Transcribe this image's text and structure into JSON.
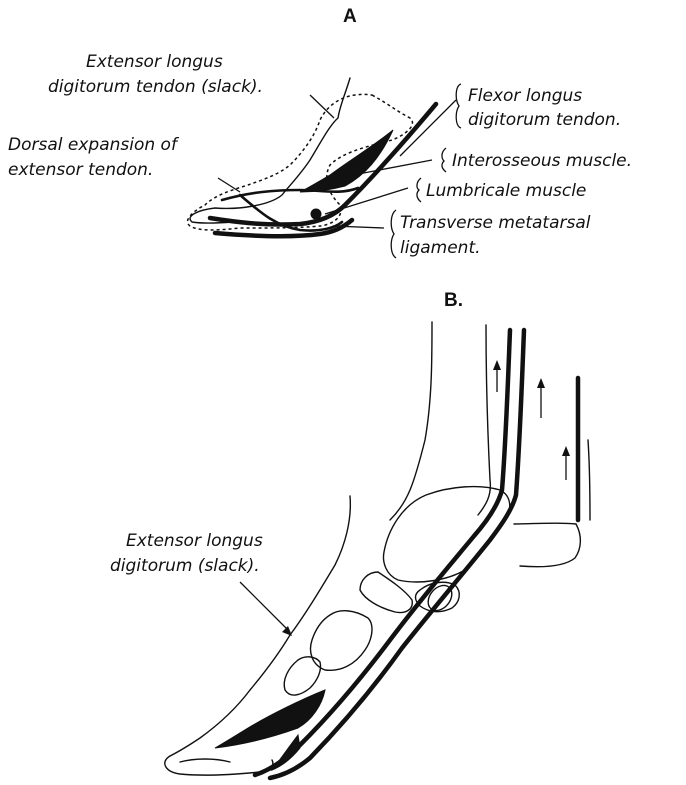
{
  "panels": {
    "a": {
      "letter": "A",
      "labels": {
        "extensor_slack_line1": "Extensor longus",
        "extensor_slack_line2": "digitorum tendon (slack).",
        "dorsal_line1": "Dorsal expansion of",
        "dorsal_line2": "extensor tendon.",
        "flexor_line1": "Flexor longus",
        "flexor_line2": "digitorum tendon.",
        "interosseous": "Interosseous muscle.",
        "lumbricale": "Lumbricale muscle",
        "transverse_line1": "Transverse metatarsal",
        "transverse_line2": "ligament."
      }
    },
    "b": {
      "letter": "B.",
      "labels": {
        "extensor_line1": "Extensor longus",
        "extensor_line2": "digitorum (slack)."
      }
    }
  },
  "colors": {
    "ink": "#111111",
    "paper": "#ffffff"
  }
}
